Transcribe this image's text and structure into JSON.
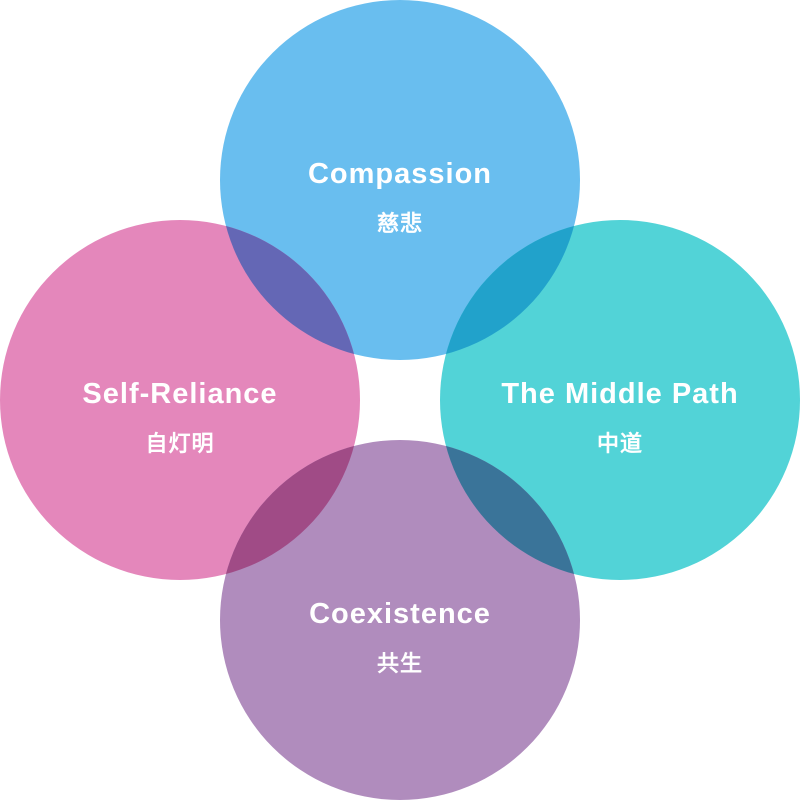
{
  "diagram": {
    "circles": [
      {
        "id": "compassion",
        "title": "Compassion",
        "subtitle": "慈悲",
        "color": "#69BEEF"
      },
      {
        "id": "middle-path",
        "title": "The Middle Path",
        "subtitle": "中道",
        "color": "#52D3D7"
      },
      {
        "id": "self-reliance",
        "title": "Self-Reliance",
        "subtitle": "自灯明",
        "color": "#E487BB"
      },
      {
        "id": "coexistence",
        "title": "Coexistence",
        "subtitle": "共生",
        "color": "#B08CBD"
      }
    ],
    "overlaps": {
      "compassion_self_reliance": "#6467B5",
      "compassion_middle_path": "#21A2CB",
      "self_reliance_coexistence": "#A04B86",
      "middle_path_coexistence": "#3A7499"
    }
  }
}
